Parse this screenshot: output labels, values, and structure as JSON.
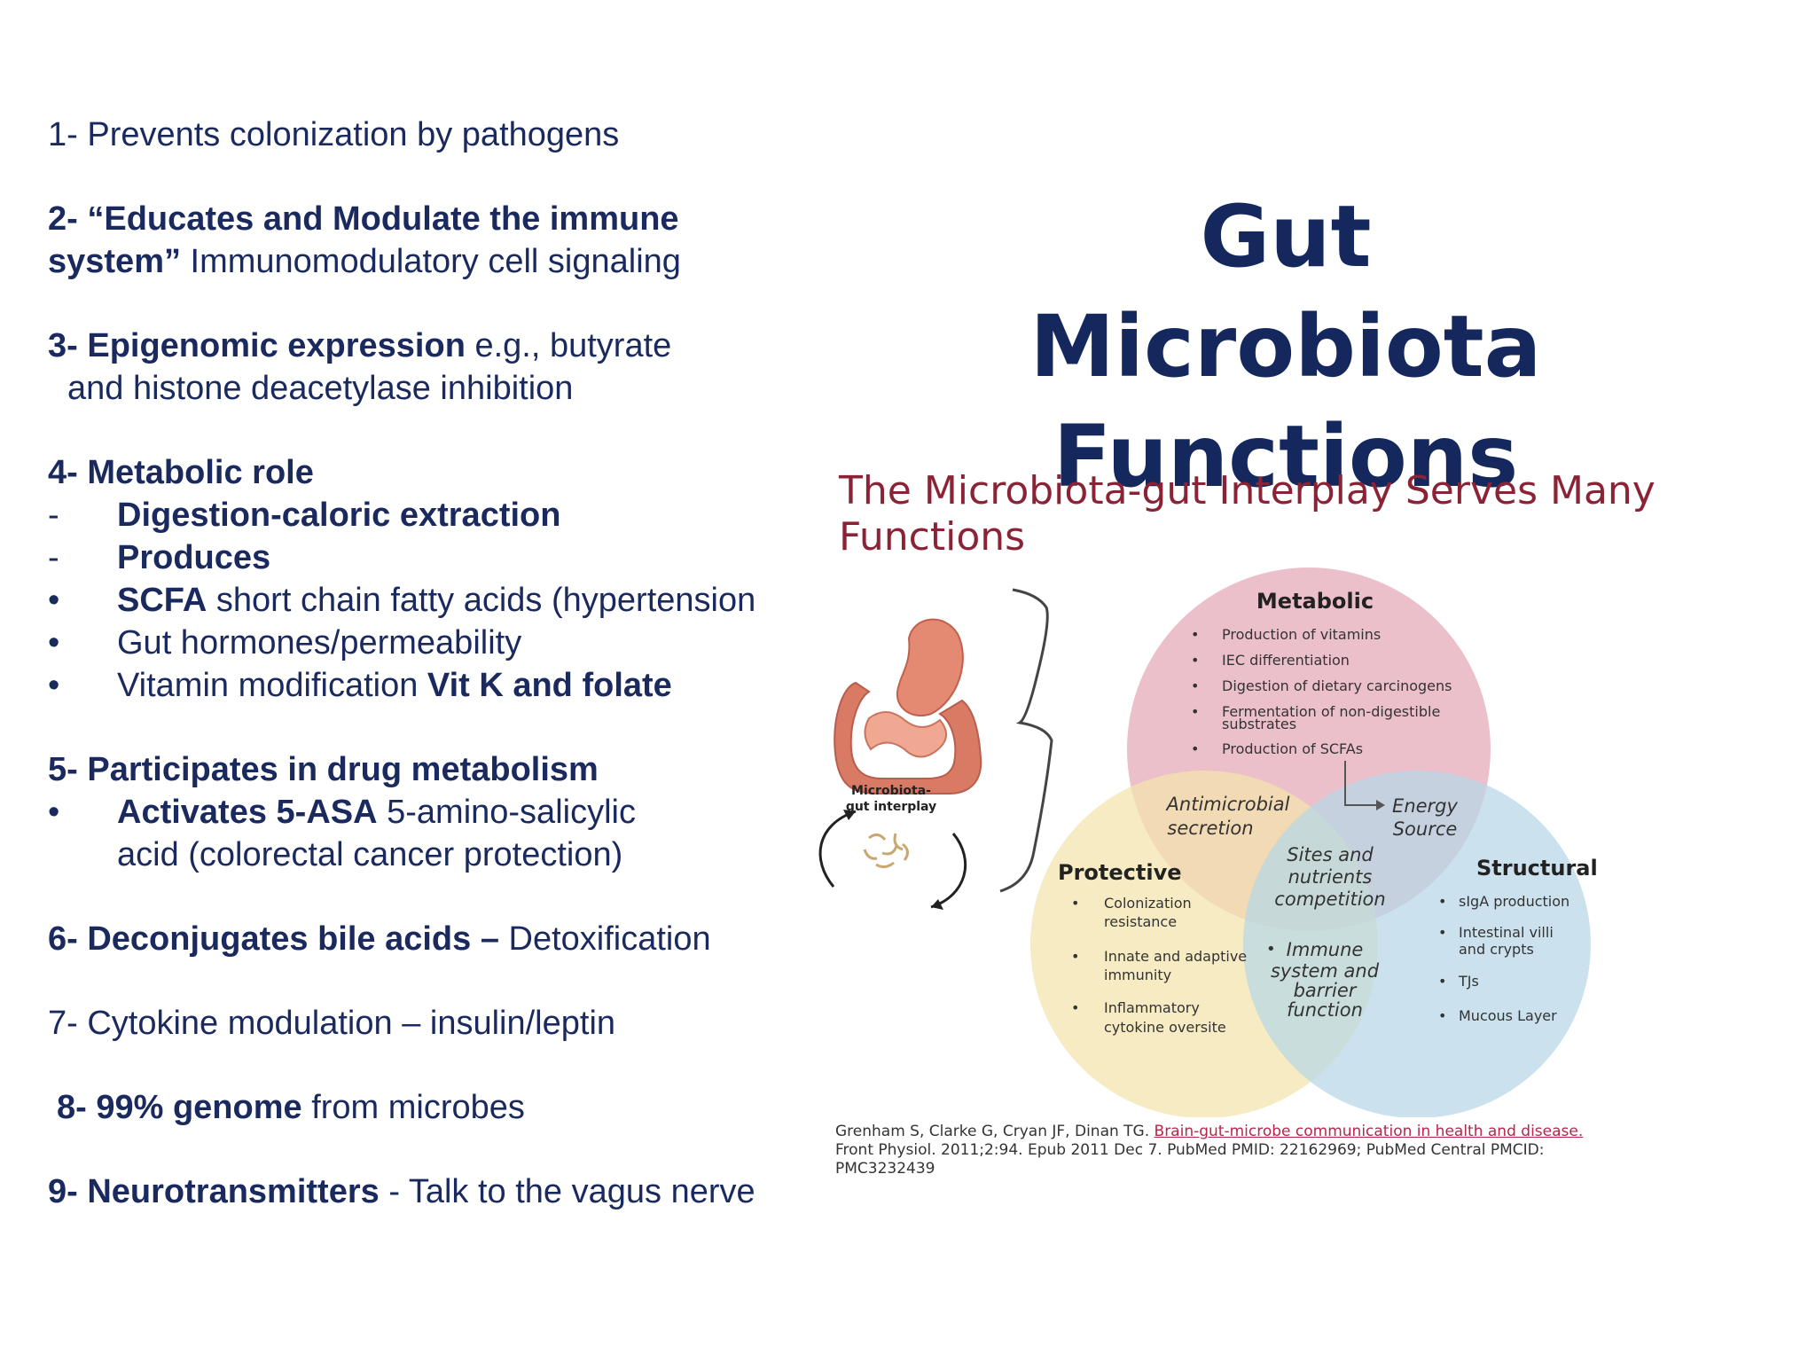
{
  "title": {
    "line1": "Gut Microbiota",
    "line2": "Functions"
  },
  "list": {
    "i1": "1- Prevents colonization by pathogens",
    "i2a": "2- “Educates and Modulate  the immune",
    "i2b": "system”",
    "i2c": " Immunomodulatory cell signaling",
    "i3a": "3- Epigenomic expression",
    "i3b": " e.g., butyrate",
    "i3c": "and histone deacetylase inhibition",
    "i4": "4- Metabolic role",
    "dash": "-",
    "bullet": "•",
    "i4s1": "Digestion-caloric extraction",
    "i4s2": "Produces",
    "i4s3a": "SCFA",
    "i4s3b": " short chain fatty acids (hypertension",
    "i4s4": "Gut hormones/permeability",
    "i4s5a": "Vitamin modification ",
    "i4s5b": "Vit K and folate",
    "i5": "5- Participates in drug metabolism",
    "i5s1a": "Activates 5-ASA",
    "i5s1b": " 5-amino-salicylic",
    "i5s1c": "acid (colorectal cancer protection)",
    "i6a": "6- Deconjugates bile acids –",
    "i6b": " Detoxification",
    "i7": "7- Cytokine modulation – insulin/leptin",
    "i8a": "8- 99% genome",
    "i8b": " from microbes",
    "i9a": "9- Neurotransmitters",
    "i9b": " - Talk to the vagus nerve"
  },
  "figure": {
    "title_l1": "The Microbiota-gut Interplay Serves Many",
    "title_l2": "Functions",
    "gut_label_l1": "Microbiota-",
    "gut_label_l2": "gut interplay",
    "bullet": "•",
    "metabolic": {
      "heading": "Metabolic",
      "items": [
        "Production of vitamins",
        "IEC differentiation",
        "Digestion of dietary carcinogens",
        "Fermentation of non-digestible",
        "substrates",
        "Production of SCFAs"
      ]
    },
    "protective": {
      "heading": "Protective",
      "items": [
        "Colonization",
        "resistance",
        "Innate and adaptive",
        "immunity",
        "Inflammatory",
        "cytokine oversite"
      ]
    },
    "structural": {
      "heading": "Structural",
      "items": [
        "sIgA production",
        "Intestinal villi",
        "and crypts",
        "TJs",
        "Mucous Layer"
      ]
    },
    "overlaps": {
      "antimicrobial": [
        "Antimicrobial",
        "secretion"
      ],
      "energy": [
        "Energy",
        "Source"
      ],
      "sites": [
        "Sites and",
        "nutrients",
        "competition"
      ],
      "immune": [
        "Immune",
        "system and",
        "barrier",
        "function"
      ]
    },
    "colors": {
      "metabolic": "#e7aebd",
      "protective": "#f2e3ab",
      "structural": "#b7d7e8"
    },
    "citation": {
      "authors": "Grenham S, Clarke G, Cryan JF, Dinan TG. ",
      "link": "Brain-gut-microbe communication in health and disease.",
      "line2": "Front Physiol. 2011;2:94. Epub 2011 Dec 7. PubMed PMID: 22162969; PubMed Central PMCID:",
      "line3": "PMC3232439"
    }
  }
}
